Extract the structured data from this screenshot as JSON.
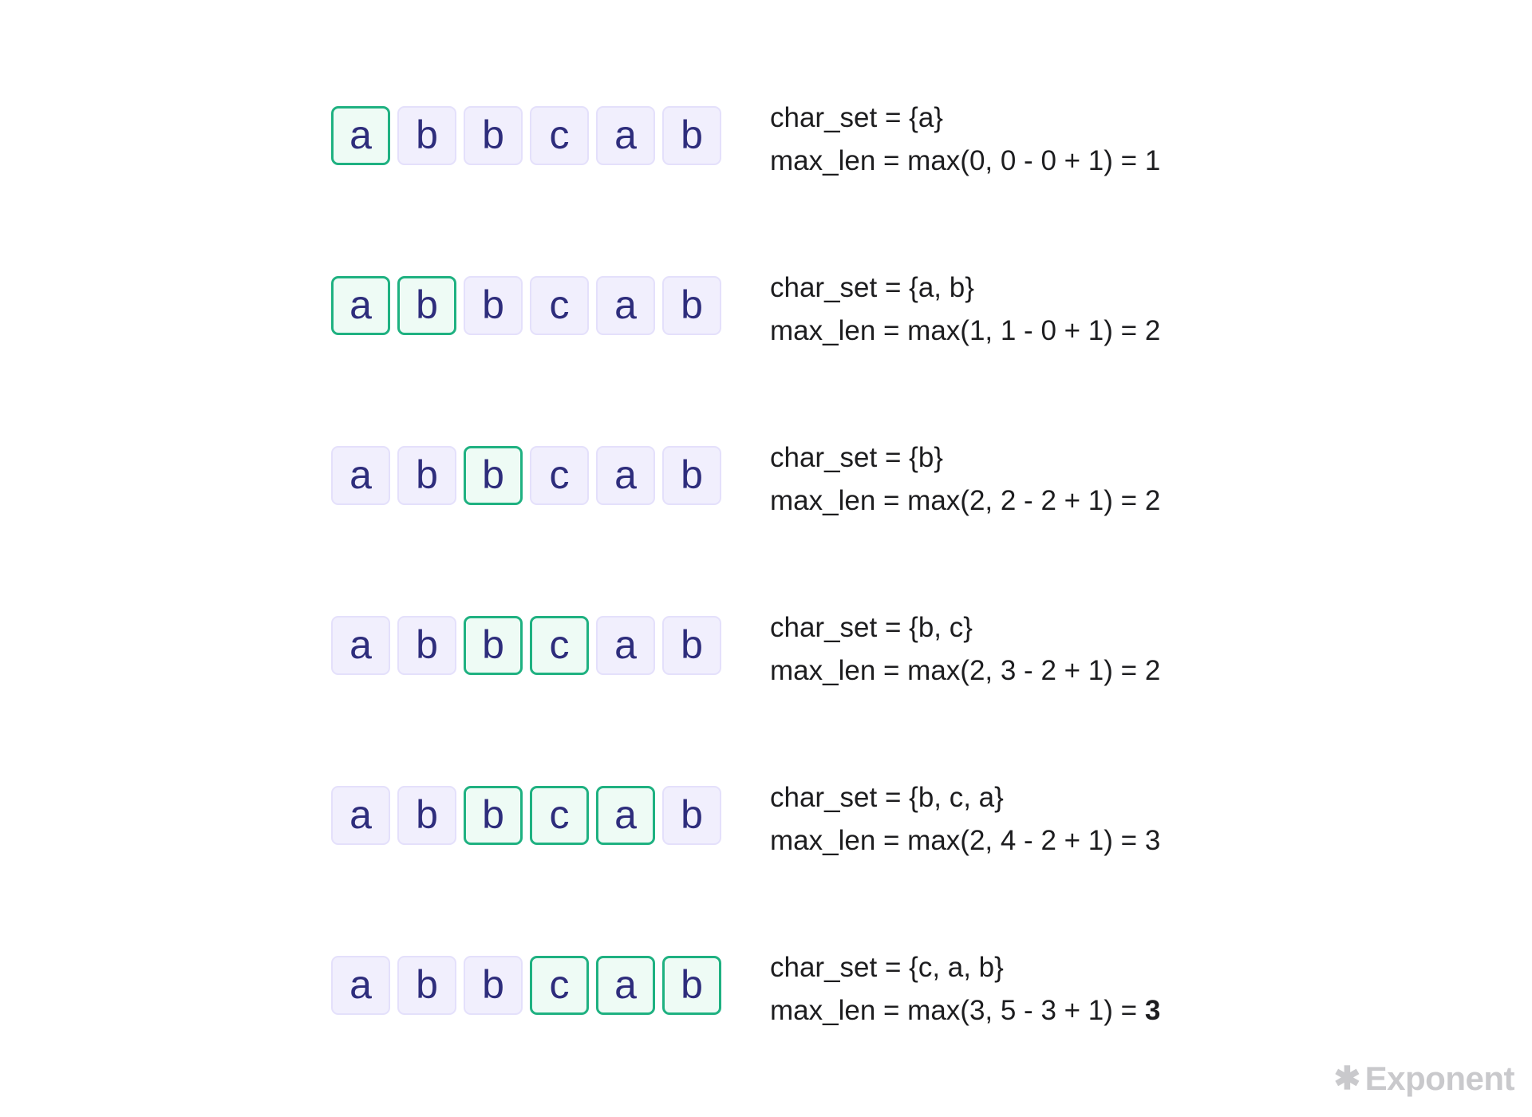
{
  "steps": [
    {
      "cells": [
        "a",
        "b",
        "b",
        "c",
        "a",
        "b"
      ],
      "active": [
        0
      ],
      "char_set": "char_set = {a}",
      "max_len": "max_len = max(0, 0 - 0 + 1) = ",
      "result": "1",
      "result_bold": false
    },
    {
      "cells": [
        "a",
        "b",
        "b",
        "c",
        "a",
        "b"
      ],
      "active": [
        0,
        1
      ],
      "char_set": "char_set = {a, b}",
      "max_len": "max_len = max(1, 1 - 0 + 1) = ",
      "result": "2",
      "result_bold": false
    },
    {
      "cells": [
        "a",
        "b",
        "b",
        "c",
        "a",
        "b"
      ],
      "active": [
        2
      ],
      "char_set": "char_set = {b}",
      "max_len": "max_len = max(2, 2 - 2 + 1) = ",
      "result": "2",
      "result_bold": false
    },
    {
      "cells": [
        "a",
        "b",
        "b",
        "c",
        "a",
        "b"
      ],
      "active": [
        2,
        3
      ],
      "char_set": "char_set = {b, c}",
      "max_len": "max_len = max(2, 3 - 2 + 1) = ",
      "result": "2",
      "result_bold": false
    },
    {
      "cells": [
        "a",
        "b",
        "b",
        "c",
        "a",
        "b"
      ],
      "active": [
        2,
        3,
        4
      ],
      "char_set": "char_set = {b, c, a}",
      "max_len": "max_len = max(2, 4 - 2 + 1) = ",
      "result": "3",
      "result_bold": false
    },
    {
      "cells": [
        "a",
        "b",
        "b",
        "c",
        "a",
        "b"
      ],
      "active": [
        3,
        4,
        5
      ],
      "char_set": "char_set = {c, a, b}",
      "max_len": "max_len = max(3, 5 - 3 + 1) = ",
      "result": "3",
      "result_bold": true
    }
  ],
  "colors": {
    "cell_bg": "#f1effd",
    "cell_border": "#e4e0fb",
    "active_bg": "#eefbf5",
    "active_border": "#1fb181",
    "letter": "#2e2d7c",
    "text": "#1d1d1f",
    "brand": "#c9c9cc"
  },
  "brand": {
    "icon": "asterisk-icon",
    "text": "Exponent"
  }
}
